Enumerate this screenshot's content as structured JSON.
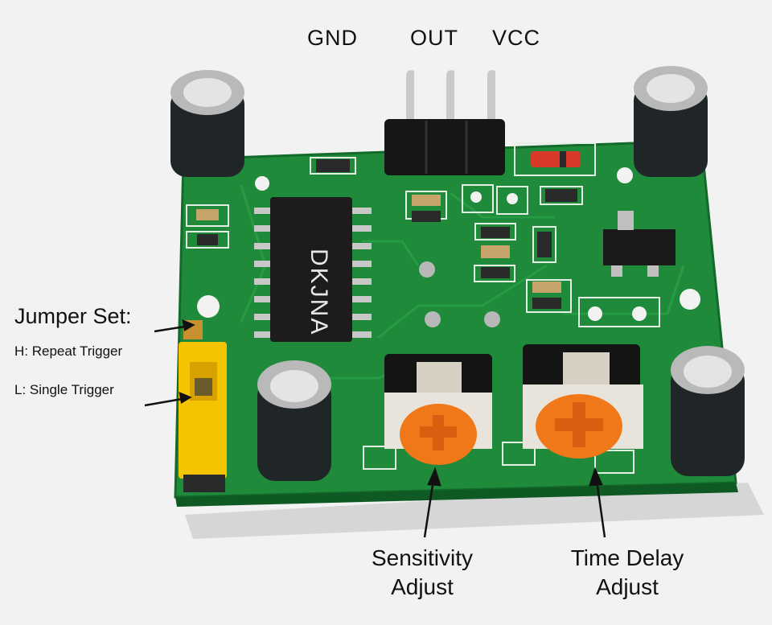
{
  "pins": {
    "gnd": "GND",
    "out": "OUT",
    "vcc": "VCC"
  },
  "jumper": {
    "title": "Jumper Set:",
    "repeat": "H: Repeat Trigger",
    "single": "L: Single Trigger"
  },
  "adjust": {
    "sensitivity_line1": "Sensitivity",
    "sensitivity_line2": "Adjust",
    "time_line1": "Time Delay",
    "time_line2": "Adjust"
  },
  "chip": {
    "marking": "DKJNA"
  },
  "colors": {
    "pcb": "#1f8a3a",
    "pcb_dark": "#16702e",
    "silk": "#e6efe6",
    "pot": "#f07818",
    "jumper": "#f5c400",
    "capacitor": "#202628"
  }
}
